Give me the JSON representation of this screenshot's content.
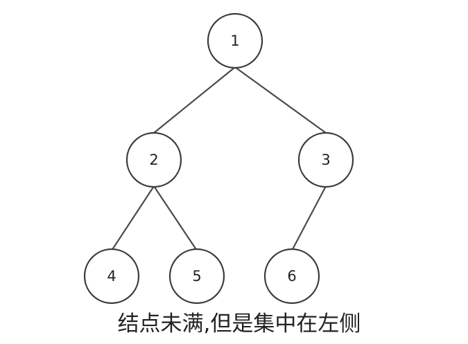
{
  "tree": {
    "nodes": [
      {
        "id": "n1",
        "label": "1"
      },
      {
        "id": "n2",
        "label": "2"
      },
      {
        "id": "n3",
        "label": "3"
      },
      {
        "id": "n4",
        "label": "4"
      },
      {
        "id": "n5",
        "label": "5"
      },
      {
        "id": "n6",
        "label": "6"
      }
    ],
    "edges": [
      {
        "from": "n1",
        "to": "n2"
      },
      {
        "from": "n1",
        "to": "n3"
      },
      {
        "from": "n2",
        "to": "n4"
      },
      {
        "from": "n2",
        "to": "n5"
      },
      {
        "from": "n3",
        "to": "n6"
      }
    ]
  },
  "caption": "结点未满,但是集中在左侧",
  "colors": {
    "stroke": "#3b3b3b",
    "text": "#222222",
    "background": "#ffffff"
  }
}
